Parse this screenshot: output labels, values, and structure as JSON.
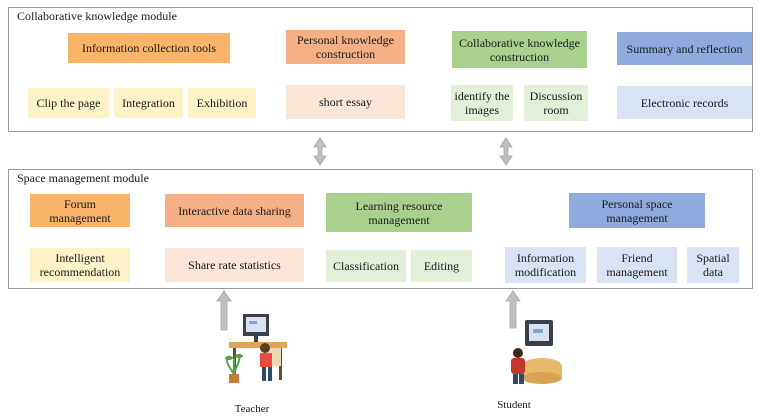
{
  "collaborative_module": {
    "title": "Collaborative knowledge module",
    "info_tools": "Information collection tools",
    "clip": "Clip the page",
    "integration": "Integration",
    "exhibition": "Exhibition",
    "personal_construction": "Personal knowledge construction",
    "short_essay": "short essay",
    "collab_construction": "Collaborative knowledge construction",
    "identify_images": "identify the images",
    "discussion_room": "Discussion room",
    "summary": "Summary and reflection",
    "records": "Electronic records"
  },
  "space_module": {
    "title": "Space management module",
    "forum": "Forum management",
    "recommendation": "Intelligent recommendation",
    "sharing": "Interactive data sharing",
    "share_rate": "Share rate statistics",
    "resource_mgmt": "Learning resource management",
    "classification": "Classification",
    "editing": "Editing",
    "personal_space": "Personal space management",
    "info_mod": "Information modification",
    "friend_mgmt": "Friend management",
    "spatial": "Spatial data"
  },
  "actors": {
    "teacher": "Teacher",
    "student": "Student"
  },
  "colors": {
    "orange": "#f9b46a",
    "salmon": "#f4b084",
    "green": "#a9d18e",
    "blue": "#8faadc",
    "connector": "#a6a6a6"
  }
}
